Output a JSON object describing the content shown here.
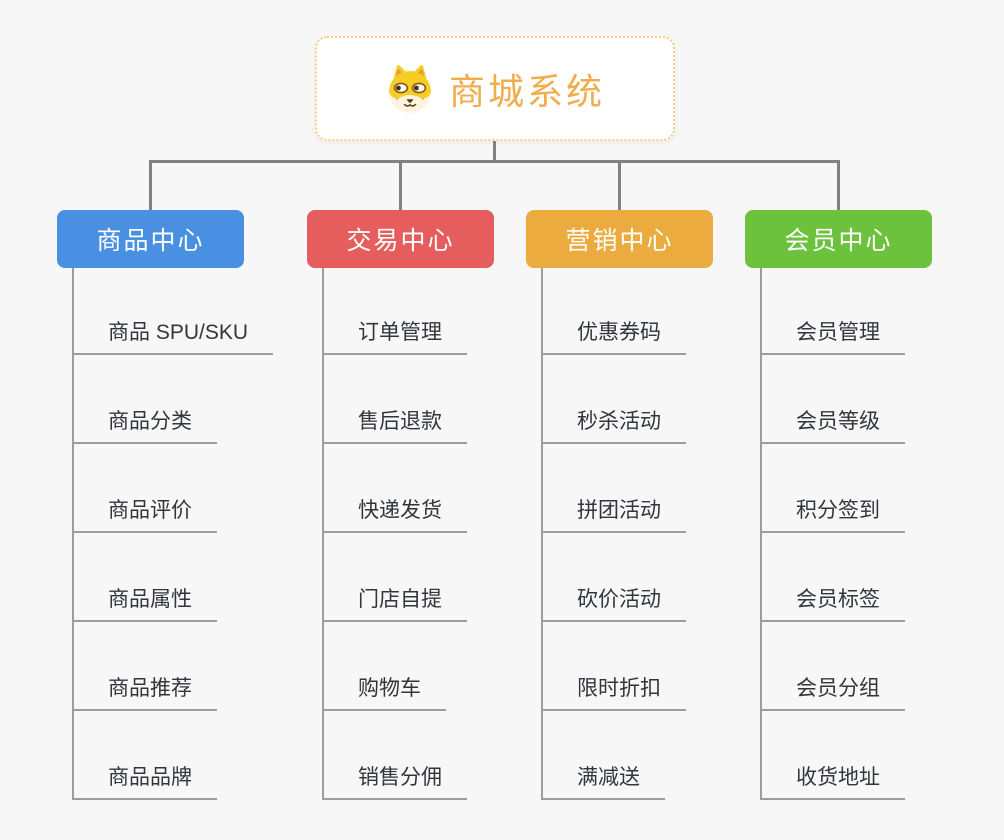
{
  "root": {
    "title": "商城系统",
    "icon": "dog-face-icon",
    "accent": "#f0ad4c",
    "border_color": "#f7ca80"
  },
  "branches": [
    {
      "label": "商品中心",
      "color": "#4a90e2",
      "items": [
        "商品 SPU/SKU",
        "商品分类",
        "商品评价",
        "商品属性",
        "商品推荐",
        "商品品牌"
      ]
    },
    {
      "label": "交易中心",
      "color": "#e65d5d",
      "items": [
        "订单管理",
        "售后退款",
        "快递发货",
        "门店自提",
        "购物车",
        "销售分佣"
      ]
    },
    {
      "label": "营销中心",
      "color": "#ebab3f",
      "items": [
        "优惠券码",
        "秒杀活动",
        "拼团活动",
        "砍价活动",
        "限时折扣",
        "满减送"
      ]
    },
    {
      "label": "会员中心",
      "color": "#6cc13d",
      "items": [
        "会员管理",
        "会员等级",
        "积分签到",
        "会员标签",
        "会员分组",
        "收货地址"
      ]
    }
  ],
  "colors": {
    "background": "#f7f7f8",
    "connector": "#818181",
    "line": "#9d9d9d",
    "item_text": "#32363b"
  }
}
